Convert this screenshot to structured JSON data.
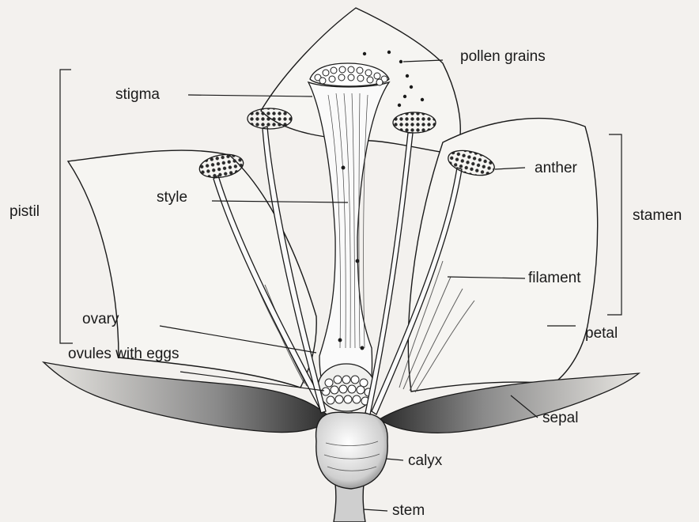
{
  "diagram": {
    "labels": {
      "pollen_grains": "pollen grains",
      "stigma": "stigma",
      "anther": "anther",
      "pistil": "pistil",
      "style": "style",
      "stamen": "stamen",
      "filament": "filament",
      "ovary": "ovary",
      "petal": "petal",
      "ovules_with_eggs": "ovules with eggs",
      "sepal": "sepal",
      "calyx": "calyx",
      "stem": "stem"
    },
    "colors": {
      "paper": "#f3f1ee",
      "ink": "#1a1a1a",
      "shade": "#5a5a5a"
    }
  }
}
